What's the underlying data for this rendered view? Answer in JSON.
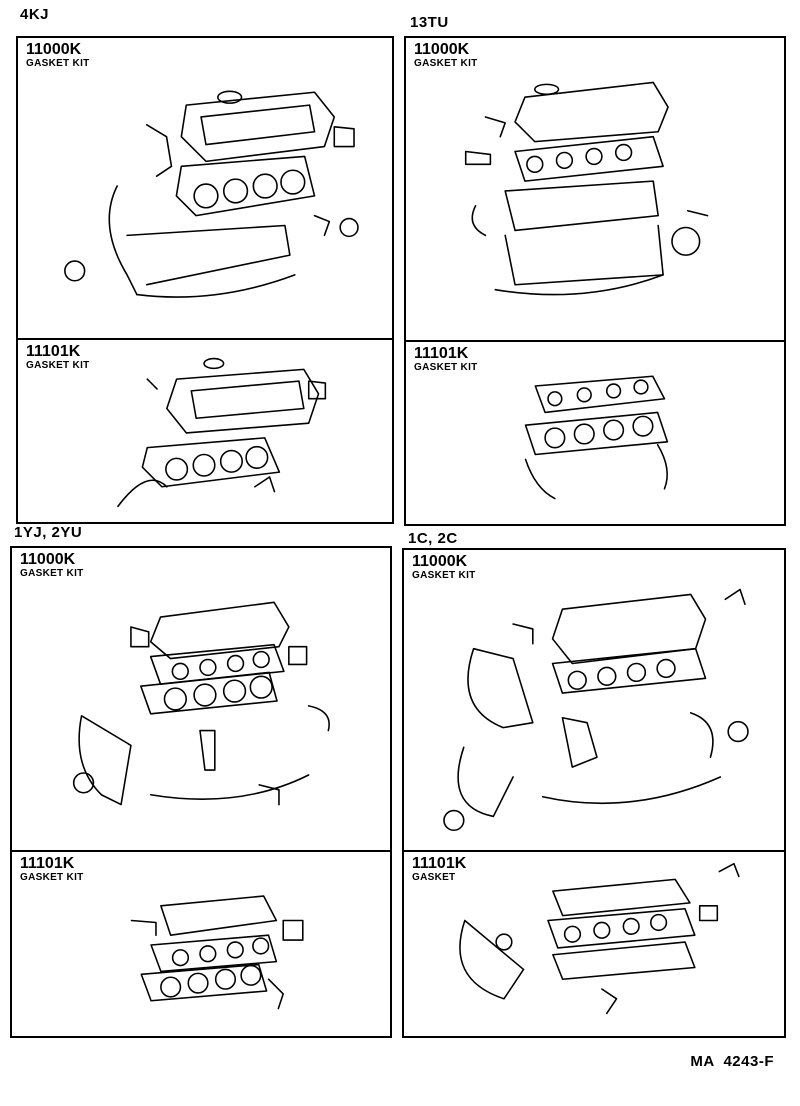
{
  "quadrants": [
    {
      "engine": "4KJ",
      "kits": [
        {
          "part_no": "11000K",
          "desc": "GASKET KIT"
        },
        {
          "part_no": "11101K",
          "desc": "GASKET KIT"
        }
      ]
    },
    {
      "engine": "13TU",
      "kits": [
        {
          "part_no": "11000K",
          "desc": "GASKET KIT"
        },
        {
          "part_no": "11101K",
          "desc": "GASKET KIT"
        }
      ]
    },
    {
      "engine": "1YJ, 2YU",
      "kits": [
        {
          "part_no": "11000K",
          "desc": "GASKET KIT"
        },
        {
          "part_no": "11101K",
          "desc": "GASKET KIT"
        }
      ]
    },
    {
      "engine": "1C, 2C",
      "kits": [
        {
          "part_no": "11000K",
          "desc": "GASKET KIT"
        },
        {
          "part_no": "11101K",
          "desc": "GASKET"
        }
      ]
    }
  ],
  "footer": {
    "code": "MA  4243-F"
  }
}
